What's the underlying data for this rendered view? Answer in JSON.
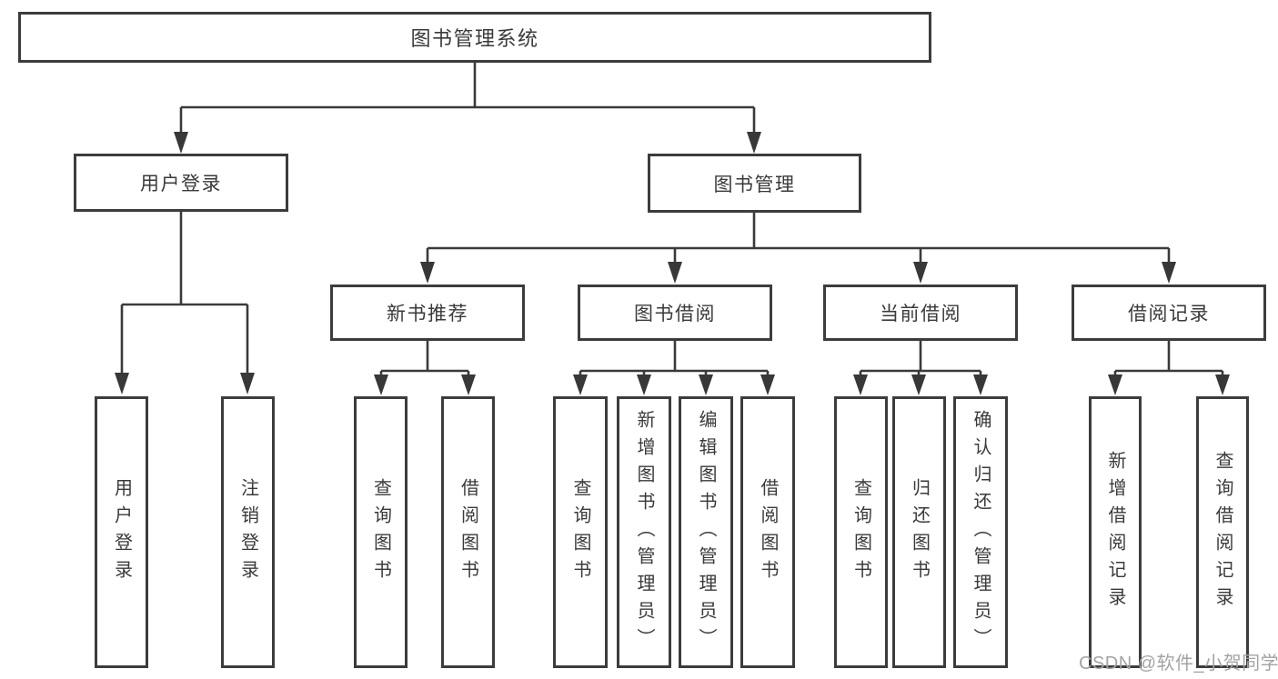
{
  "diagram": {
    "type": "tree",
    "root": {
      "label": "图书管理系统"
    },
    "level2": {
      "user_login": {
        "label": "用户登录"
      },
      "book_mgmt": {
        "label": "图书管理"
      }
    },
    "level3": {
      "new_books": {
        "label": "新书推荐"
      },
      "book_borrow": {
        "label": "图书借阅"
      },
      "current_borrow": {
        "label": "当前借阅"
      },
      "borrow_records": {
        "label": "借阅记录"
      }
    },
    "leaves": {
      "user_login": [
        "用户登录",
        "注销登录"
      ],
      "new_books": [
        "查询图书",
        "借阅图书"
      ],
      "book_borrow": [
        "查询图书",
        "新增图书（管理员）",
        "编辑图书（管理员）",
        "借阅图书"
      ],
      "current_borrow": [
        "查询图书",
        "归还图书",
        "确认归还（管理员）"
      ],
      "borrow_records": [
        "新增借阅记录",
        "查询借阅记录"
      ]
    },
    "colors": {
      "line": "#3a3a3a",
      "text": "#3a3a3a",
      "box_background": "#ffffff"
    }
  },
  "watermark": {
    "text": "CSDN @软件_小贺同学",
    "color": "#a3a3a3"
  }
}
